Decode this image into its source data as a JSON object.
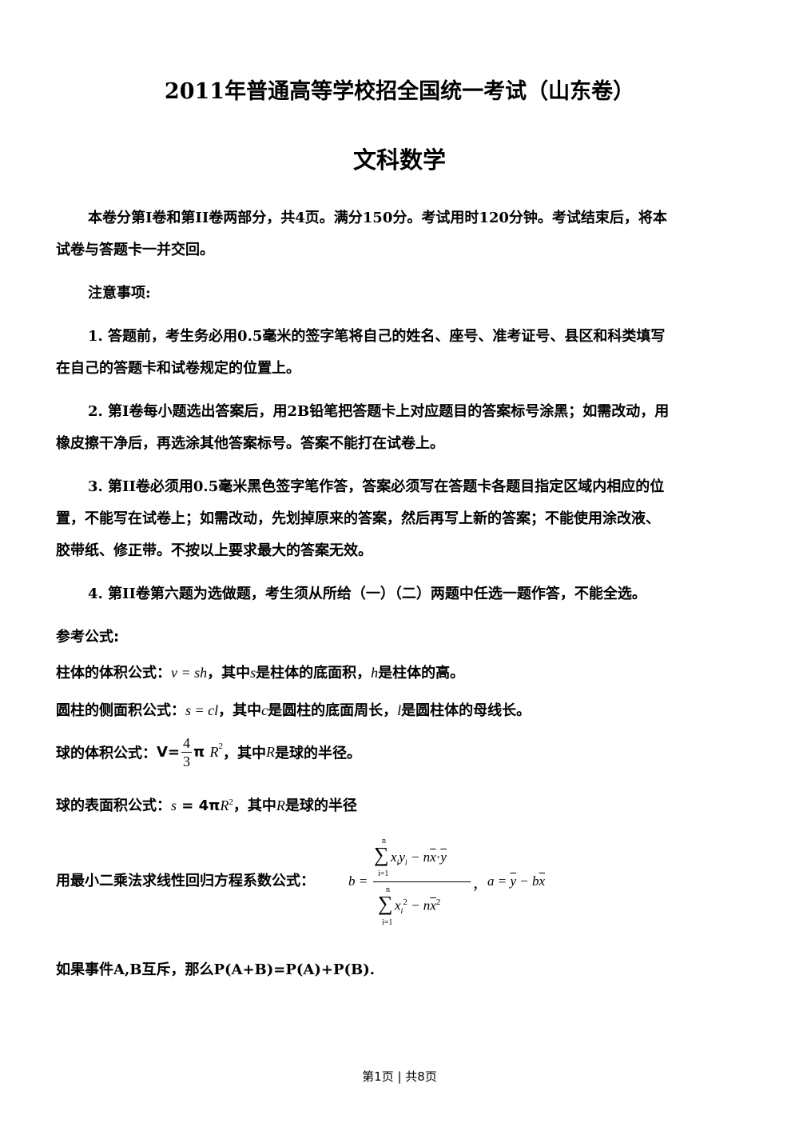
{
  "title": "2011年普通高等学校招全国统一考试（山东卷）",
  "subtitle": "文科数学",
  "intro_line1": "本卷分第I卷和第II卷两部分，共4页。满分150分。考试用时120分钟。考试结束后，将本",
  "intro_line2": "试卷与答题卡一并交回。",
  "notes_heading": "注意事项:",
  "note1_line1": "1. 答题前，考生务必用0.5毫米的签字笔将自己的姓名、座号、准考证号、县区和科类填写",
  "note1_line2": "在自己的答题卡和试卷规定的位置上。",
  "note2_line1": "2. 第I卷每小题选出答案后，用2B铅笔把答题卡上对应题目的答案标号涂黑；如需改动，用",
  "note2_line2": "橡皮擦干净后，再选涂其他答案标号。答案不能打在试卷上。",
  "note3_line1": "3. 第II卷必须用0.5毫米黑色签字笔作答，答案必须写在答题卡各题目指定区域内相应的位",
  "note3_line2": "置，不能写在试卷上；如需改动，先划掉原来的答案，然后再写上新的答案；不能使用涂改液、",
  "note3_line3": "胶带纸、修正带。不按以上要求最大的答案无效。",
  "note4_line1": "4. 第II卷第六题为选做题，考生须从所给（一）（二）两题中任选一题作答，不能全选。",
  "formulas_heading": "参考公式:",
  "cyl_volume": {
    "label": "柱体的体积公式：",
    "formula": "v = sh",
    "mid": "，其中",
    "var1": "s",
    "text1": "是柱体的底面积，",
    "var2": "h",
    "text2": "是柱体的高。"
  },
  "cyl_lateral": {
    "label": "圆柱的侧面积公式：",
    "formula": "s = cl",
    "mid": "，其中",
    "var1": "c",
    "text1": "是圆柱的底面周长，",
    "var2": "l",
    "text2": "是圆柱体的母线长。"
  },
  "sphere_volume": {
    "label": "球的体积公式：",
    "lhs": "V=",
    "num": "4",
    "den": "3",
    "pi": "π",
    "r": "R",
    "exp": "2",
    "mid": "，其中",
    "var": "R",
    "text": "是球的半径。"
  },
  "sphere_surface": {
    "label": "球的表面积公式：",
    "s": "s",
    "eq": " = 4π",
    "r": "R",
    "exp": "2",
    "mid": "，其中",
    "var": "R",
    "text": "是球的半径"
  },
  "regression": {
    "label": "用最小二乘法求线性回归方程系数公式：",
    "b_lhs": "b =",
    "sum_top": "n",
    "sum_bottom": "i=1",
    "sigma": "∑",
    "num_expr": "x",
    "num_sub1": "i",
    "num_y": "y",
    "num_sub2": "i",
    "num_rest": " − n",
    "xbar": "x",
    "dot": "·",
    "ybar": "y",
    "den_x": "x",
    "den_sub": "i",
    "den_exp": "2",
    "den_rest": " − n",
    "den_xbar": "x",
    "den_exp2": "2",
    "comma": "，",
    "a_lhs": "a = ",
    "a_ybar": "y",
    "a_minus": " − b",
    "a_xbar": "x"
  },
  "events_line": "如果事件A,B互斥，那么P(A+B)=P(A)+P(B).",
  "footer": "第1页 | 共8页"
}
